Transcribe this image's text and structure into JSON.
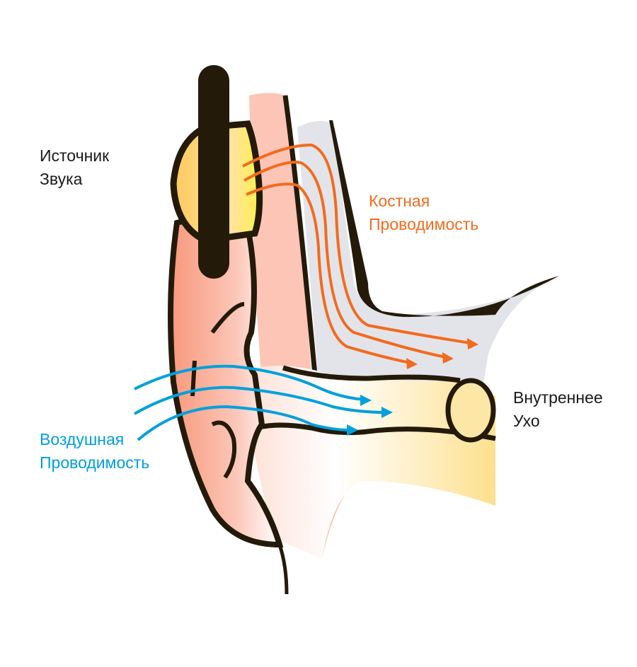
{
  "labels": {
    "source": {
      "line1": "Источник",
      "line2": "Звука",
      "color": "#1a1a1a"
    },
    "bone": {
      "line1": "Костная",
      "line2": "Проводимость",
      "color": "#f26b1d"
    },
    "air": {
      "line1": "Воздушная",
      "line2": "Проводимость",
      "color": "#00a0dc"
    },
    "inner": {
      "line1": "Внутреннее",
      "line2": "Ухо",
      "color": "#1a1a1a"
    }
  },
  "colors": {
    "outline": "#231a0a",
    "skin": "#f7a58b",
    "skin_light": "#fcd3c8",
    "bone": "#e4e5ea",
    "inner_ear": "#fde7a6",
    "headphone": "#ffc95f",
    "bone_arrow": "#f26b1d",
    "air_arrow": "#00a0dc"
  }
}
